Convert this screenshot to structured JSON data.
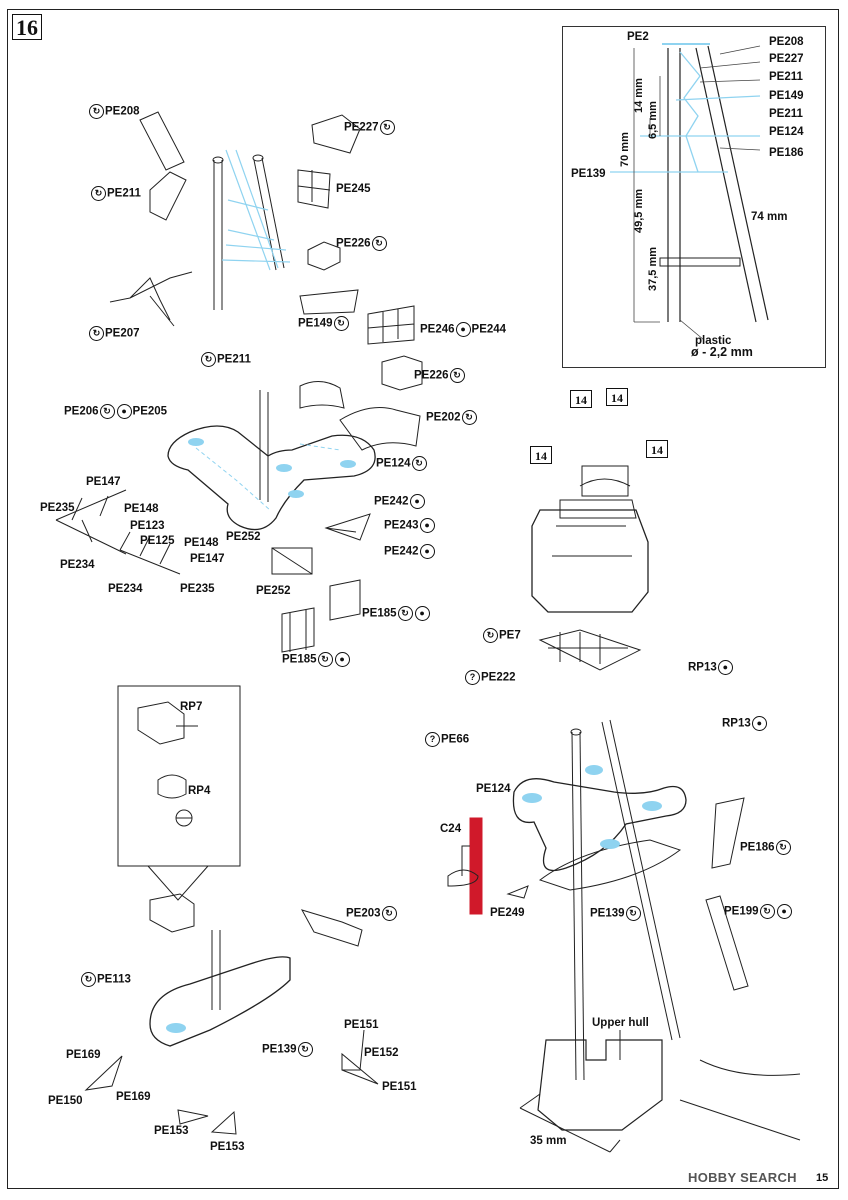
{
  "step_number": "16",
  "page_number": "15",
  "watermark": "HOBBY SEARCH",
  "callout_number": "14",
  "icons": {
    "flip": "bend-arrow-icon",
    "pin": "insert-icon",
    "question": "question-icon"
  },
  "colors": {
    "highlight": "#8fd3f0",
    "line": "#222222",
    "red": "#d0192a"
  },
  "inset": {
    "labels": [
      "PE2",
      "PE208",
      "PE227",
      "PE211",
      "PE149",
      "PE211",
      "PE124",
      "PE186",
      "PE139"
    ],
    "dimensions": [
      "70 mm",
      "14 mm",
      "6,5 mm",
      "49,5 mm",
      "37,5 mm",
      "74 mm"
    ],
    "note_1": "plastic",
    "note_2": "ø - 2,2 mm"
  },
  "labels": {
    "pe208": "PE208",
    "pe227": "PE227",
    "pe211a": "PE211",
    "pe245": "PE245",
    "pe226a": "PE226",
    "pe207": "PE207",
    "pe149": "PE149",
    "pe246": "PE246",
    "pe244": "PE244",
    "pe211b": "PE211",
    "pe226b": "PE226",
    "pe206": "PE206",
    "pe205": "PE205",
    "pe202": "PE202",
    "pe124a": "PE124",
    "pe147a": "PE147",
    "pe235a": "PE235",
    "pe148a": "PE148",
    "pe123": "PE123",
    "pe125": "PE125",
    "pe148b": "PE148",
    "pe147b": "PE147",
    "pe234a": "PE234",
    "pe234b": "PE234",
    "pe235b": "PE235",
    "pe252a": "PE252",
    "pe252b": "PE252",
    "pe242a": "PE242",
    "pe243": "PE243",
    "pe242b": "PE242",
    "pe185a": "PE185",
    "pe185b": "PE185",
    "pe7": "PE7",
    "pe222": "PE222",
    "pe66": "PE66",
    "rp13a": "RP13",
    "rp13b": "RP13",
    "pe124b": "PE124",
    "c24": "C24",
    "pe186": "PE186",
    "pe249": "PE249",
    "pe139a": "PE139",
    "pe199": "PE199",
    "upper_hull": "Upper hull",
    "dim_35": "35 mm",
    "rp7": "RP7",
    "rp4": "RP4",
    "pe203": "PE203",
    "pe113": "PE113",
    "pe169a": "PE169",
    "pe150": "PE150",
    "pe169b": "PE169",
    "pe139b": "PE139",
    "pe151a": "PE151",
    "pe152": "PE152",
    "pe151b": "PE151",
    "pe153a": "PE153",
    "pe153b": "PE153"
  }
}
